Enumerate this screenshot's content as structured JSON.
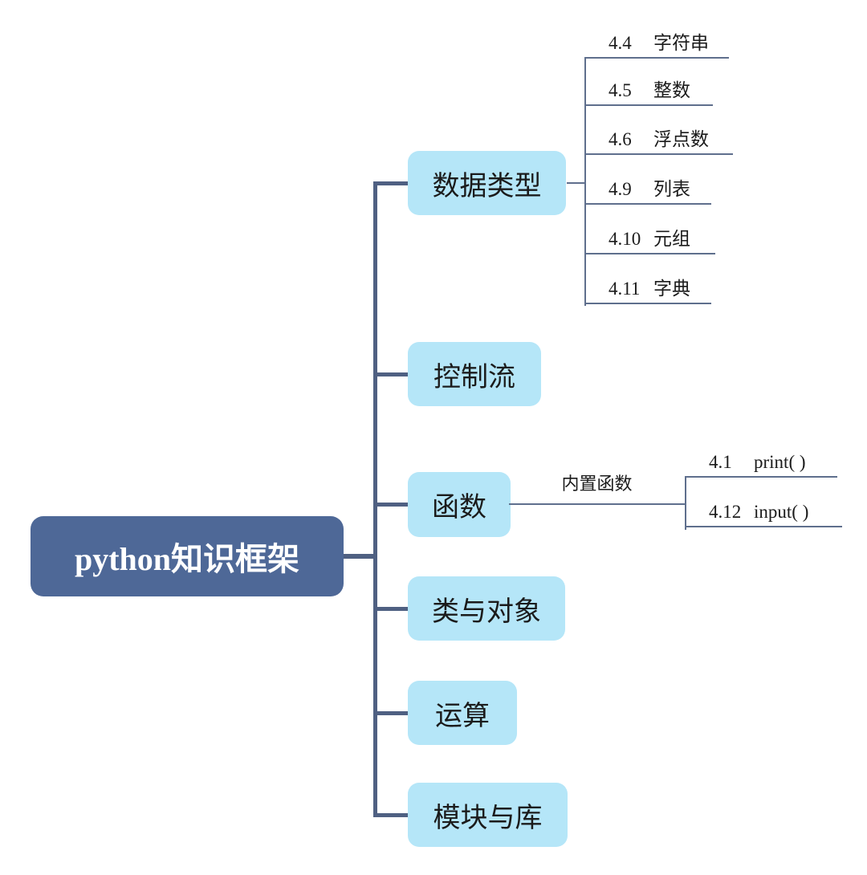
{
  "diagram": {
    "title": "python知识框架",
    "root": {
      "label": "python知识框架"
    },
    "branches": [
      {
        "label": "数据类型",
        "children": [
          {
            "num": "4.4",
            "label": "字符串"
          },
          {
            "num": "4.5",
            "label": "整数"
          },
          {
            "num": "4.6",
            "label": "浮点数"
          },
          {
            "num": "4.9",
            "label": "列表"
          },
          {
            "num": "4.10",
            "label": "元组"
          },
          {
            "num": "4.11",
            "label": "字典"
          }
        ]
      },
      {
        "label": "控制流"
      },
      {
        "label": "函数",
        "edge_label": "内置函数",
        "children": [
          {
            "num": "4.1",
            "label": "print( )"
          },
          {
            "num": "4.12",
            "label": "input( )"
          }
        ]
      },
      {
        "label": "类与对象"
      },
      {
        "label": "运算"
      },
      {
        "label": "模块与库"
      }
    ],
    "colors": {
      "root_fill": "#4E6897",
      "root_text": "#FFFFFF",
      "topic_fill": "#B5E6F8",
      "topic_text": "#1B1B1B",
      "trunk_line": "#4F6082",
      "branch_line": "#5F6F8D",
      "background": "#FFFFFF"
    }
  }
}
